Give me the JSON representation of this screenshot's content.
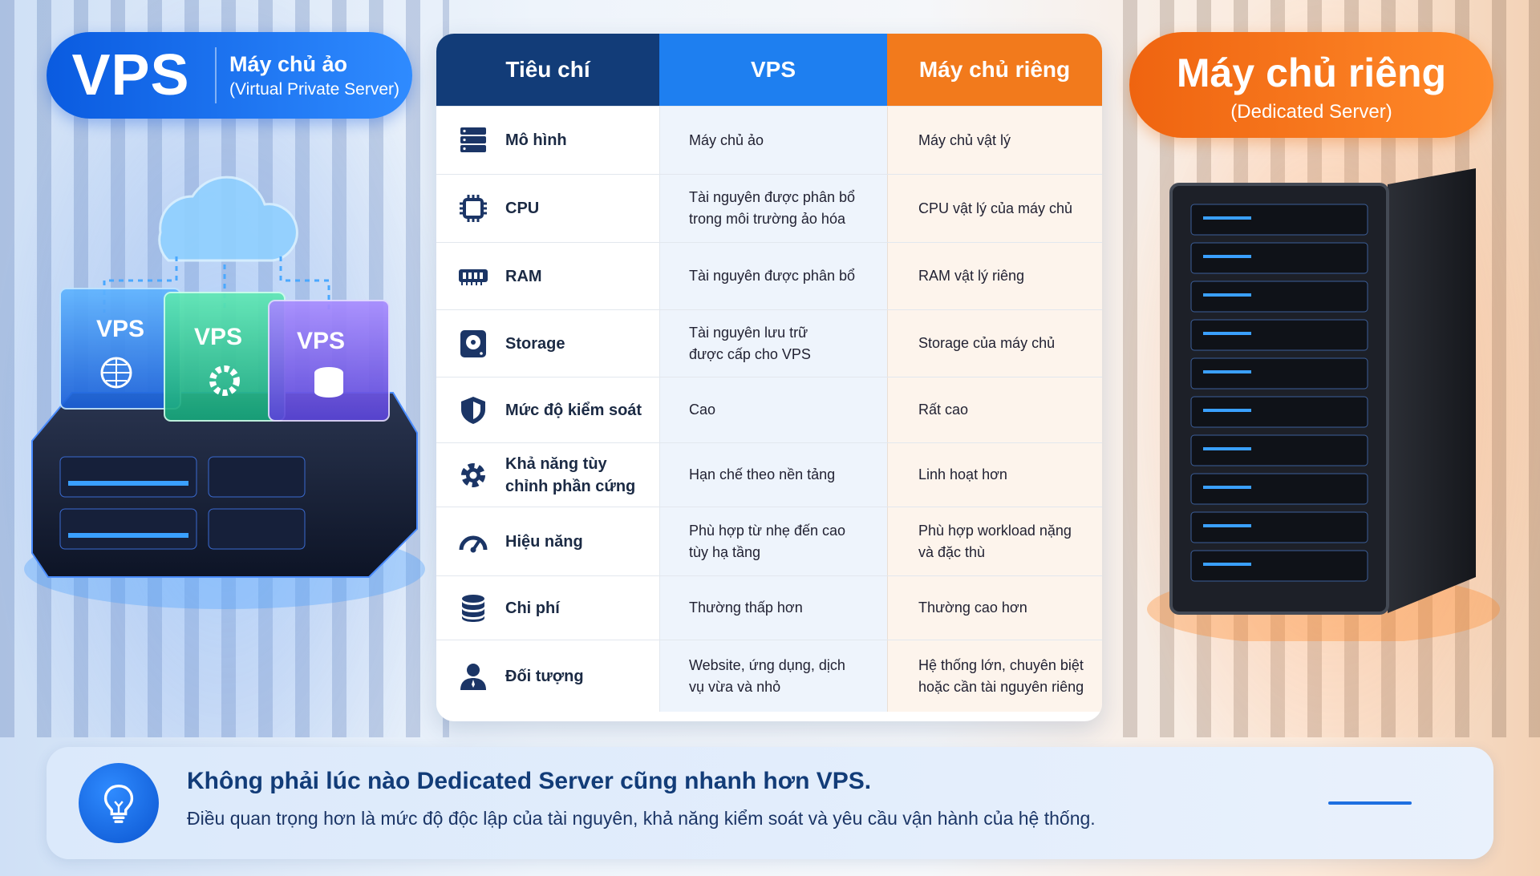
{
  "left_badge": {
    "big": "VPS",
    "line1": "Máy chủ ảo",
    "line2": "(Virtual Private Server)"
  },
  "right_badge": {
    "line1": "Máy chủ riêng",
    "line2": "(Dedicated Server)"
  },
  "illustration_left": {
    "cube_labels": [
      "VPS",
      "VPS",
      "VPS"
    ]
  },
  "table": {
    "headers": [
      "Tiêu chí",
      "VPS",
      "Máy chủ riêng"
    ],
    "rows": [
      {
        "icon": "server-icon",
        "criterion": "Mô hình",
        "vps": "Máy chủ ảo",
        "dedicated": "Máy chủ vật lý"
      },
      {
        "icon": "cpu-chip-icon",
        "criterion": "CPU",
        "vps": "Tài nguyên được phân bổ trong môi trường ảo hóa",
        "dedicated": "CPU vật lý của máy chủ"
      },
      {
        "icon": "ram-module-icon",
        "criterion": "RAM",
        "vps": "Tài nguyên được phân bổ",
        "dedicated": "RAM vật lý riêng"
      },
      {
        "icon": "storage-disk-icon",
        "criterion": "Storage",
        "vps": "Tài nguyên lưu trữ được cấp cho VPS",
        "dedicated": "Storage của máy chủ"
      },
      {
        "icon": "shield-icon",
        "criterion": "Mức độ kiểm soát",
        "vps": "Cao",
        "dedicated": "Rất cao"
      },
      {
        "icon": "gear-icon",
        "criterion": "Khả năng tùy chỉnh phần cứng",
        "vps": "Hạn chế theo nền tảng",
        "dedicated": "Linh hoạt hơn"
      },
      {
        "icon": "speedometer-icon",
        "criterion": "Hiệu năng",
        "vps": "Phù hợp từ nhẹ đến cao tùy hạ tầng",
        "dedicated": "Phù hợp workload nặng và đặc thù"
      },
      {
        "icon": "coin-stack-icon",
        "criterion": "Chi phí",
        "vps": "Thường thấp hơn",
        "dedicated": "Thường cao hơn"
      },
      {
        "icon": "user-icon",
        "criterion": "Đối tượng",
        "vps": "Website, ứng dụng, dịch vụ vừa và nhỏ",
        "dedicated": "Hệ thống lớn, chuyên biệt hoặc cần tài nguyên riêng"
      }
    ]
  },
  "tip": {
    "heading": "Không phải lúc nào Dedicated Server cũng nhanh hơn VPS.",
    "text": "Điều quan trọng hơn là mức độ độc lập của tài nguyên, khả năng kiểm soát và yêu cầu vận hành của hệ thống."
  },
  "colors": {
    "navy": "#123c78",
    "blue": "#1e7ff0",
    "orange": "#f27a1c",
    "icon": "#1b3566"
  }
}
